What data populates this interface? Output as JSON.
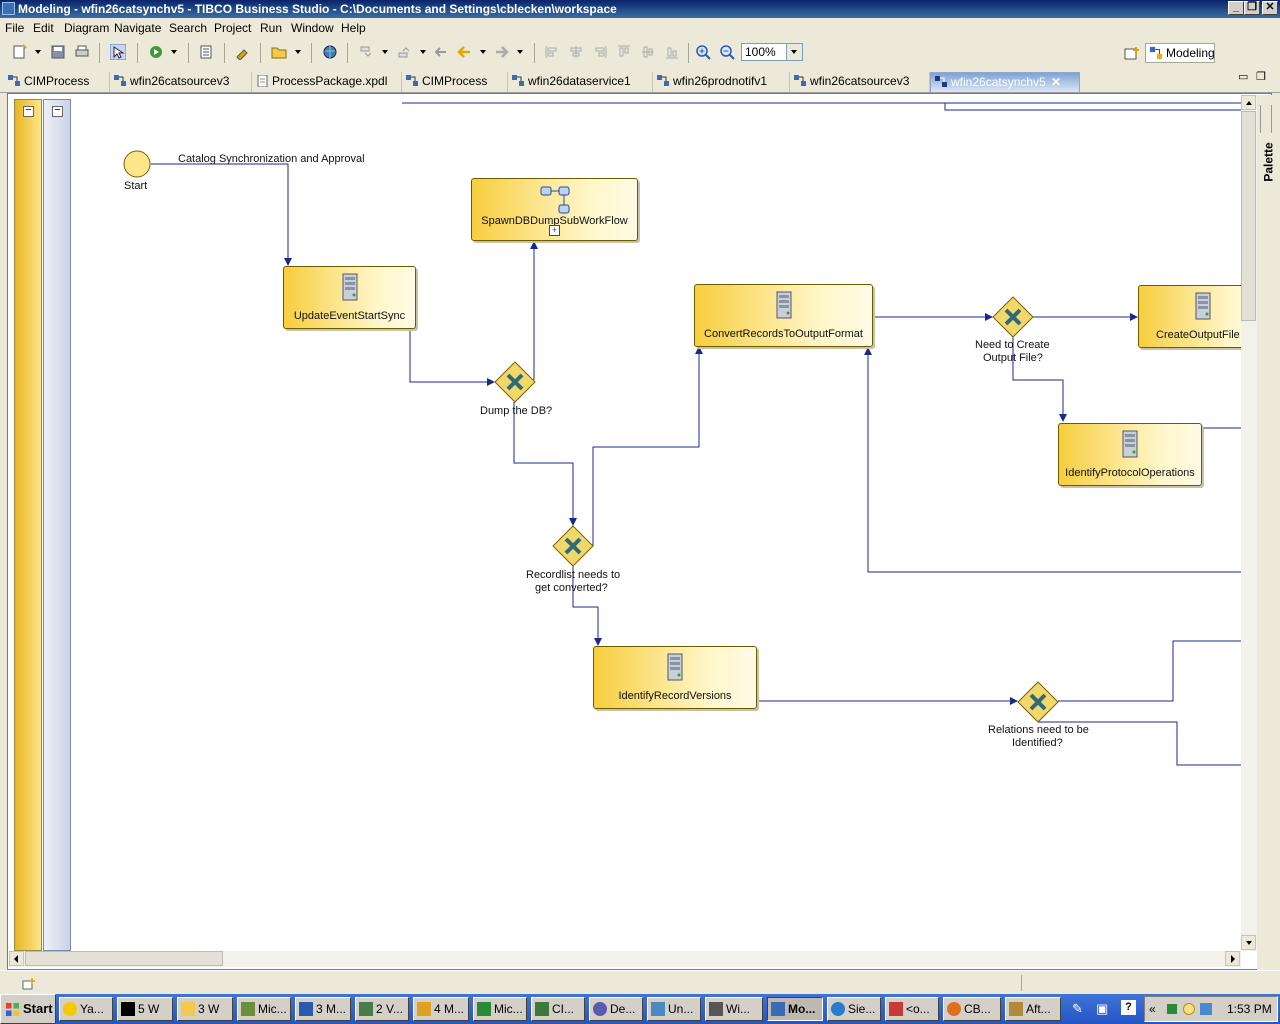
{
  "window": {
    "title": "Modeling - wfin26catsynchv5 - TIBCO Business Studio - C:\\Documents and Settings\\cblecken\\workspace"
  },
  "menu": [
    "File",
    "Edit",
    "Diagram",
    "Navigate",
    "Search",
    "Project",
    "Run",
    "Window",
    "Help"
  ],
  "toolbar": {
    "zoom": "100%",
    "perspective": "Modeling"
  },
  "tabs": [
    {
      "label": "CIMProcess",
      "active": false
    },
    {
      "label": "wfin26catsourcev3",
      "active": false
    },
    {
      "label": "ProcessPackage.xpdl",
      "active": false
    },
    {
      "label": "CIMProcess",
      "active": false
    },
    {
      "label": "wfin26dataservice1",
      "active": false
    },
    {
      "label": "wfin26prodnotifv1",
      "active": false
    },
    {
      "label": "wfin26catsourcev3",
      "active": false
    },
    {
      "label": "wfin26catsynchv5",
      "active": true
    }
  ],
  "palette": {
    "label": "Palette"
  },
  "diagram": {
    "start": {
      "label": "Start",
      "name": "Catalog Synchronization and Approval"
    },
    "tasks": {
      "update_event": "UpdateEventStartSync",
      "spawn": "SpawnDBDumpSubWorkFlow",
      "convert": "ConvertRecordsToOutputFormat",
      "create_output": "CreateOutputFile",
      "identify_protocol": "IdentifyProtocolOperations",
      "identify_versions": "IdentifyRecordVersions"
    },
    "gateways": {
      "dump_db": "Dump the DB?",
      "need_create_1": "Need to Create",
      "need_create_2": "Output File?",
      "recordlist_1": "Recordlist needs to",
      "recordlist_2": "get converted?",
      "relations_1": "Relations need to be",
      "relations_2": "Identified?"
    }
  },
  "taskbar": {
    "start": "Start",
    "items": [
      {
        "label": "Ya...",
        "active": false
      },
      {
        "label": "5 W",
        "active": false
      },
      {
        "label": "3 W",
        "active": false
      },
      {
        "label": "Mic...",
        "active": false
      },
      {
        "label": "3 M...",
        "active": false
      },
      {
        "label": "2 V...",
        "active": false
      },
      {
        "label": "4 M...",
        "active": false
      },
      {
        "label": "Mic...",
        "active": false
      },
      {
        "label": "CI...",
        "active": false
      },
      {
        "label": "De...",
        "active": false
      },
      {
        "label": "Un...",
        "active": false
      },
      {
        "label": "Wi...",
        "active": false
      },
      {
        "label": "Mo...",
        "active": true
      },
      {
        "label": "Sie...",
        "active": false
      },
      {
        "label": "<o...",
        "active": false
      },
      {
        "label": "CB...",
        "active": false
      },
      {
        "label": "Aft...",
        "active": false
      }
    ],
    "clock": "1:53 PM"
  },
  "colors": {
    "title_bar": "#0A246A",
    "task_fill": "#F7CE3E",
    "connector": "#1A2A8C",
    "gateway": "#F2D76B",
    "gateway_x": "#2E6A78"
  }
}
